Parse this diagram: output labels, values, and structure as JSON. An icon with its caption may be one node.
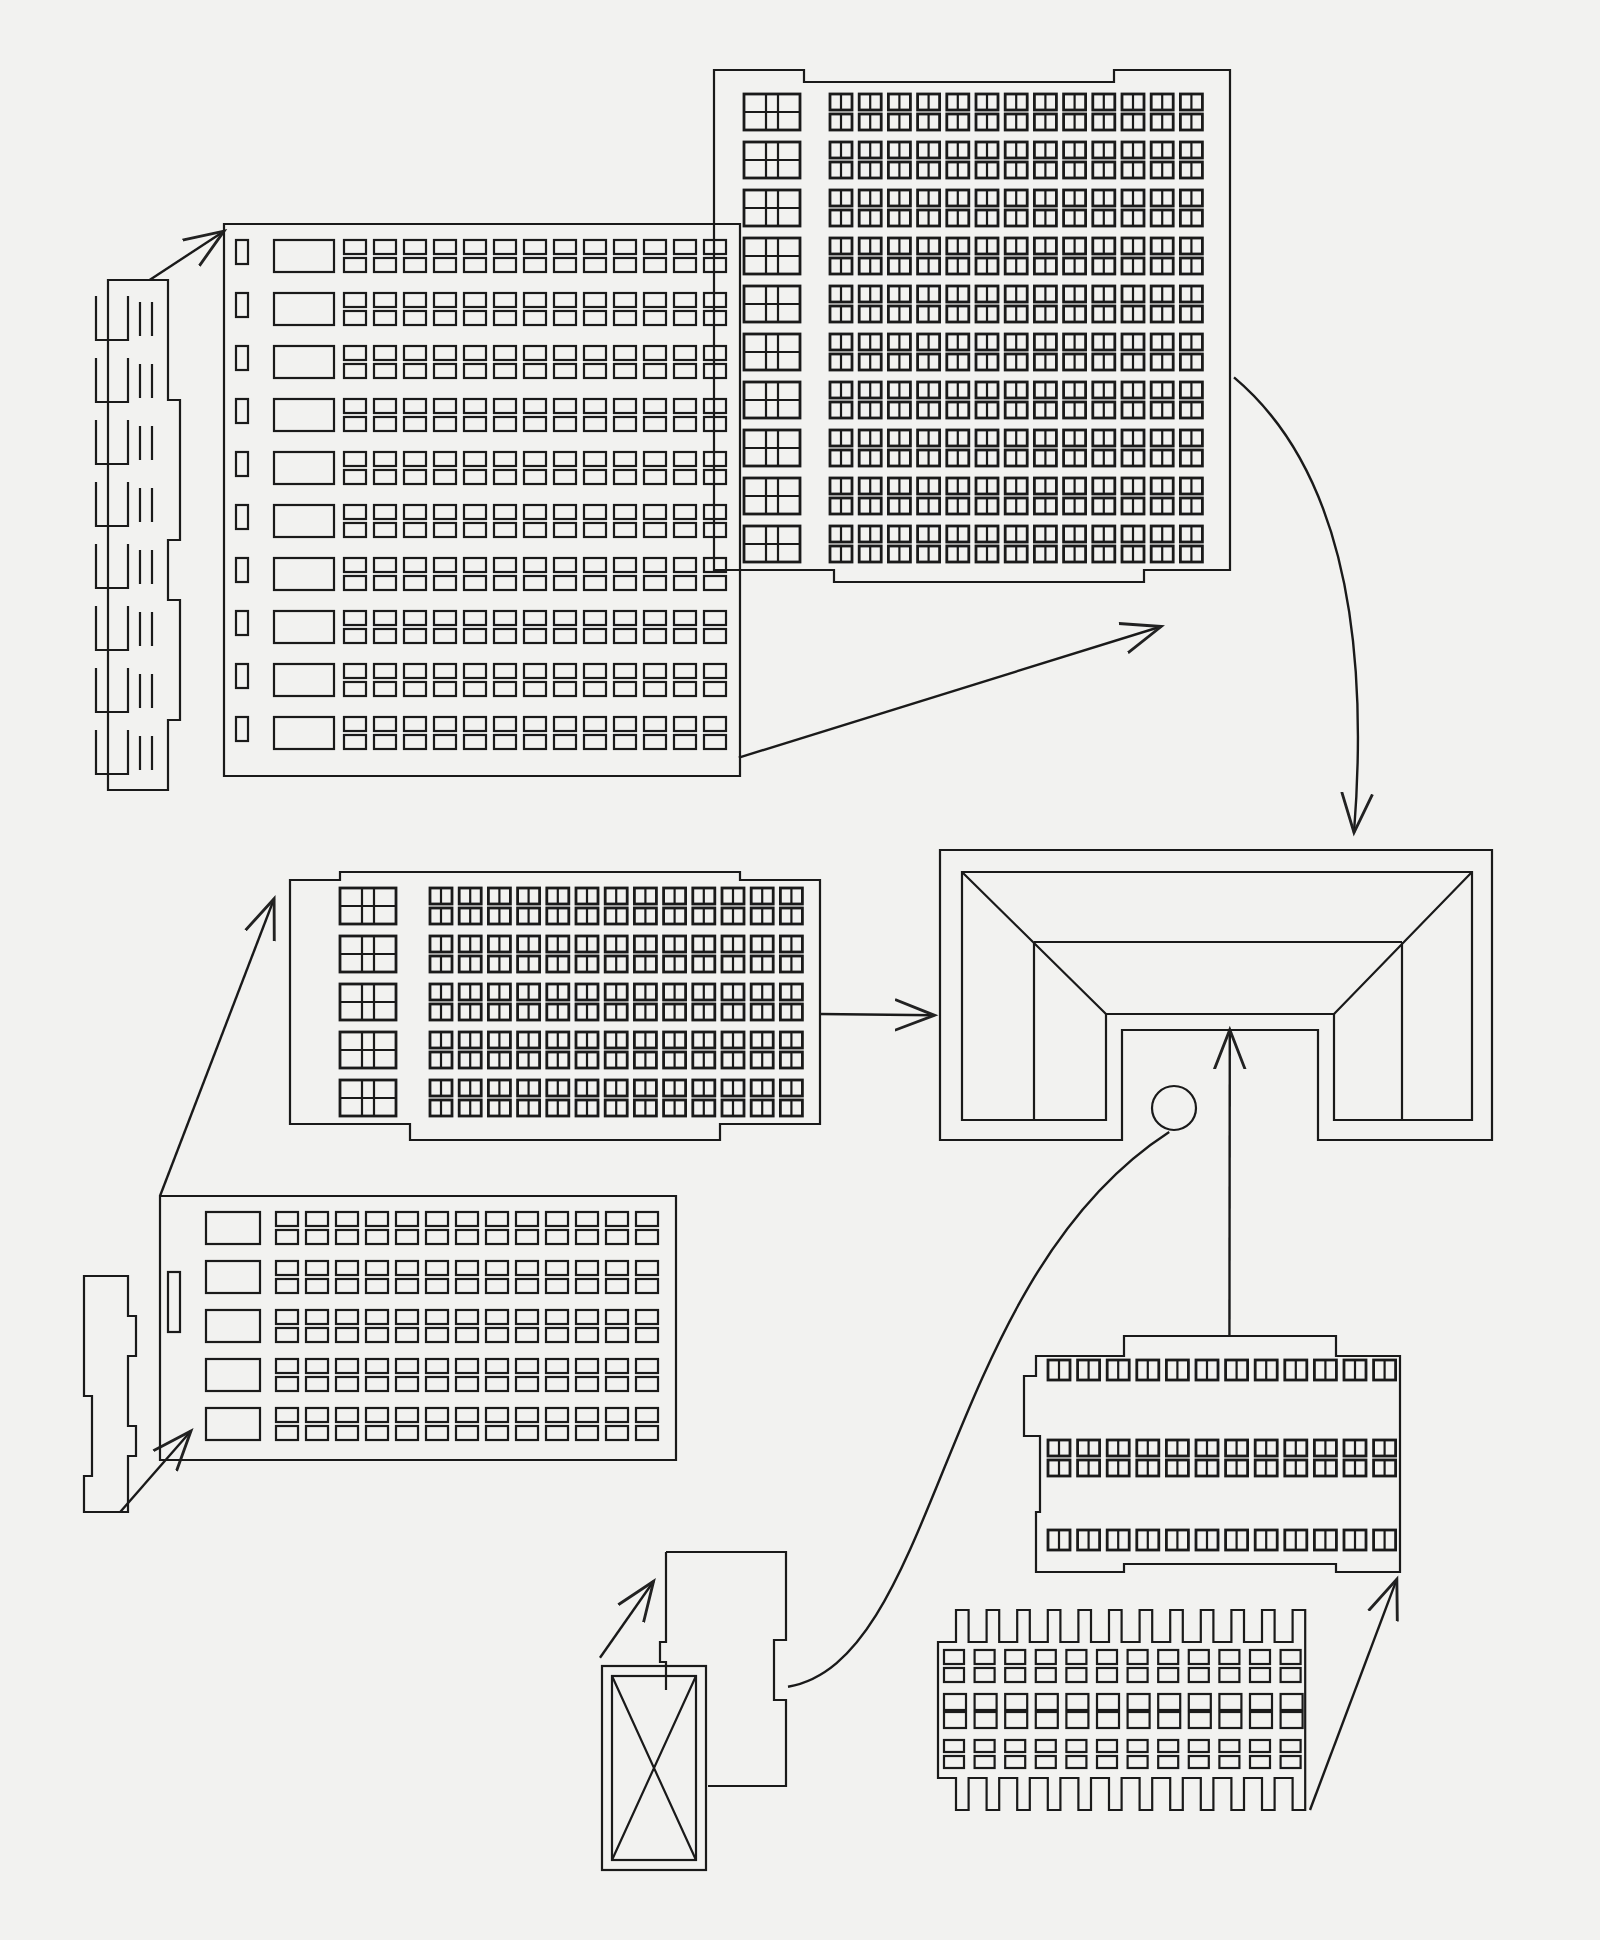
{
  "diagram": {
    "nodes": [
      {
        "text": [],
        "shape": "picture"
      },
      {
        "text": [],
        "shape": "picture"
      },
      {
        "text": [],
        "shape": "picture"
      },
      {
        "text": [],
        "shape": "picture"
      },
      {
        "text": [],
        "shape": "picture"
      },
      {
        "text": [],
        "shape": "circle"
      },
      {
        "text": [],
        "shape": "picture"
      },
      {
        "text": [],
        "shape": "picture"
      },
      {
        "text": [],
        "shape": "picture"
      },
      {
        "text": [],
        "shape": "picture"
      },
      {
        "text": [],
        "shape": "picture"
      },
      {
        "text": [],
        "shape": "picture"
      }
    ],
    "edges": [
      {
        "from": 2,
        "to": 1,
        "arrow": "to"
      },
      {
        "from": 1,
        "to": 0,
        "arrow": "to"
      },
      {
        "from": 0,
        "to": 4,
        "arrow": "to"
      },
      {
        "from": 3,
        "to": 4,
        "arrow": "to"
      },
      {
        "from": 6,
        "to": 3,
        "arrow": "to"
      },
      {
        "from": 7,
        "to": 6,
        "arrow": "to"
      },
      {
        "from": 8,
        "to": 4,
        "arrow": "to"
      },
      {
        "from": 9,
        "to": 5,
        "arrow": "none"
      },
      {
        "from": 10,
        "to": 9,
        "arrow": "to"
      },
      {
        "from": 11,
        "to": 8,
        "arrow": "to"
      }
    ]
  }
}
